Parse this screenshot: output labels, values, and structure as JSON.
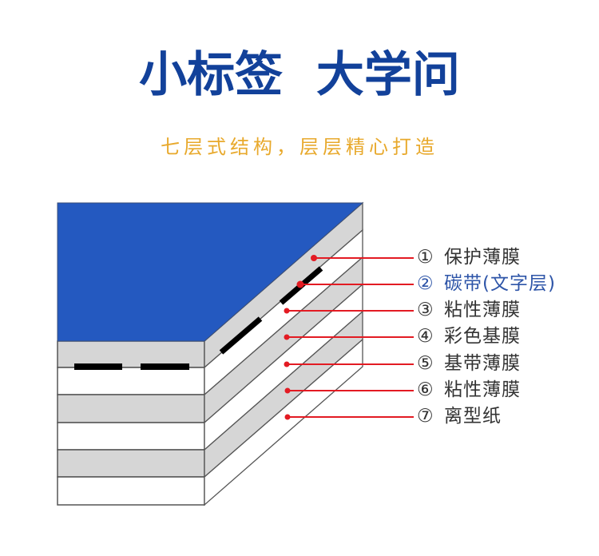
{
  "header": {
    "title": "小标签  大学问",
    "subtitle": "七层式结构，层层精心打造"
  },
  "colors": {
    "title": "#12419a",
    "subtitle": "#e8a92c",
    "top_surface": "#2459c0",
    "gray_layer": "#d6d6d6",
    "white_layer": "#ffffff",
    "leader_line": "#e31b23",
    "accent_label": "#2e55a8",
    "label_text": "#333333"
  },
  "layers": [
    {
      "num": "①",
      "name": "保护薄膜",
      "highlight": false
    },
    {
      "num": "②",
      "name": "碳带(文字层)",
      "highlight": true
    },
    {
      "num": "③",
      "name": "粘性薄膜",
      "highlight": false
    },
    {
      "num": "④",
      "name": "彩色基膜",
      "highlight": false
    },
    {
      "num": "⑤",
      "name": "基带薄膜",
      "highlight": false
    },
    {
      "num": "⑥",
      "name": "粘性薄膜",
      "highlight": false
    },
    {
      "num": "⑦",
      "name": "离型纸",
      "highlight": false
    }
  ]
}
